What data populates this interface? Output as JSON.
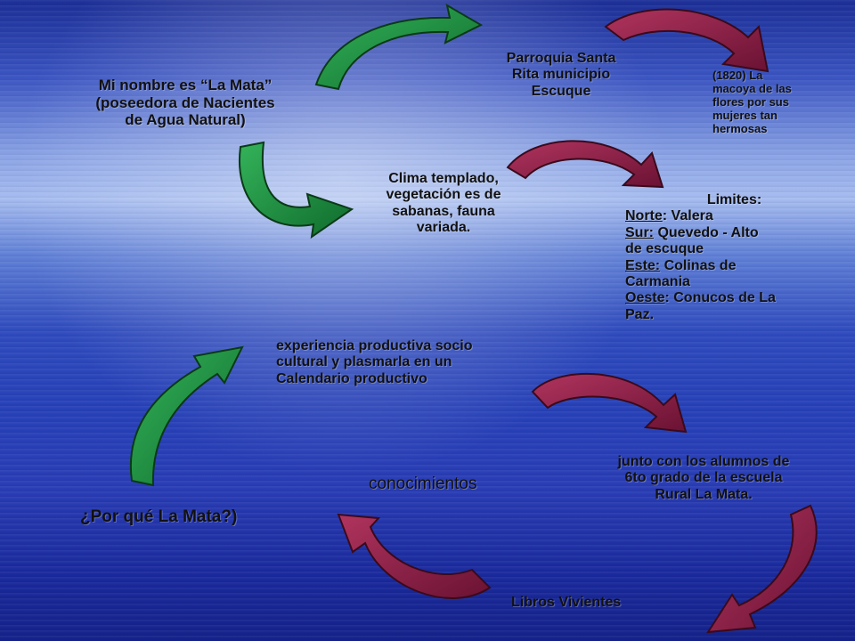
{
  "nodes": {
    "nombre": {
      "line1": "Mi nombre es “La Mata”",
      "line2": "(poseedora de Nacientes",
      "line3": "de Agua Natural)"
    },
    "parroquia": {
      "line1": "Parroquia Santa",
      "line2": "Rita municipio",
      "line3": "Escuque"
    },
    "macoya": {
      "line1": "(1820) La",
      "line2": "macoya de las",
      "line3": "flores por sus",
      "line4": "mujeres tan",
      "line5": "hermosas"
    },
    "clima": {
      "line1": "Clima templado,",
      "line2": "vegetación es de",
      "line3": "sabanas, fauna",
      "line4": "variada."
    },
    "limites": {
      "title": "Limites:",
      "norte_label": "Norte",
      "norte_value": ": Valera",
      "sur_label": "Sur:",
      "sur_value": " Quevedo -  Alto",
      "sur_value2": "de escuque",
      "este_label": "Este:",
      "este_value": " Colinas de",
      "este_value2": "Carmania",
      "oeste_label": "Oeste",
      "oeste_value": ": Conucos de La",
      "oeste_value2": "Paz."
    },
    "experiencia": {
      "line1": "experiencia productiva socio",
      "line2": "cultural y plasmarla en un",
      "line3": "Calendario productivo"
    },
    "alumnos": {
      "line1": "junto con los alumnos de",
      "line2": "6to grado de la escuela",
      "line3": "Rural La Mata."
    },
    "conocimientos": "conocimientos",
    "libros": "Libros Vivientes",
    "porque": "¿Por qué La Mata?)"
  },
  "colors": {
    "green_arrow": "#1a8a3a",
    "maroon_arrow": "#8a1f45",
    "text": "#111111"
  }
}
